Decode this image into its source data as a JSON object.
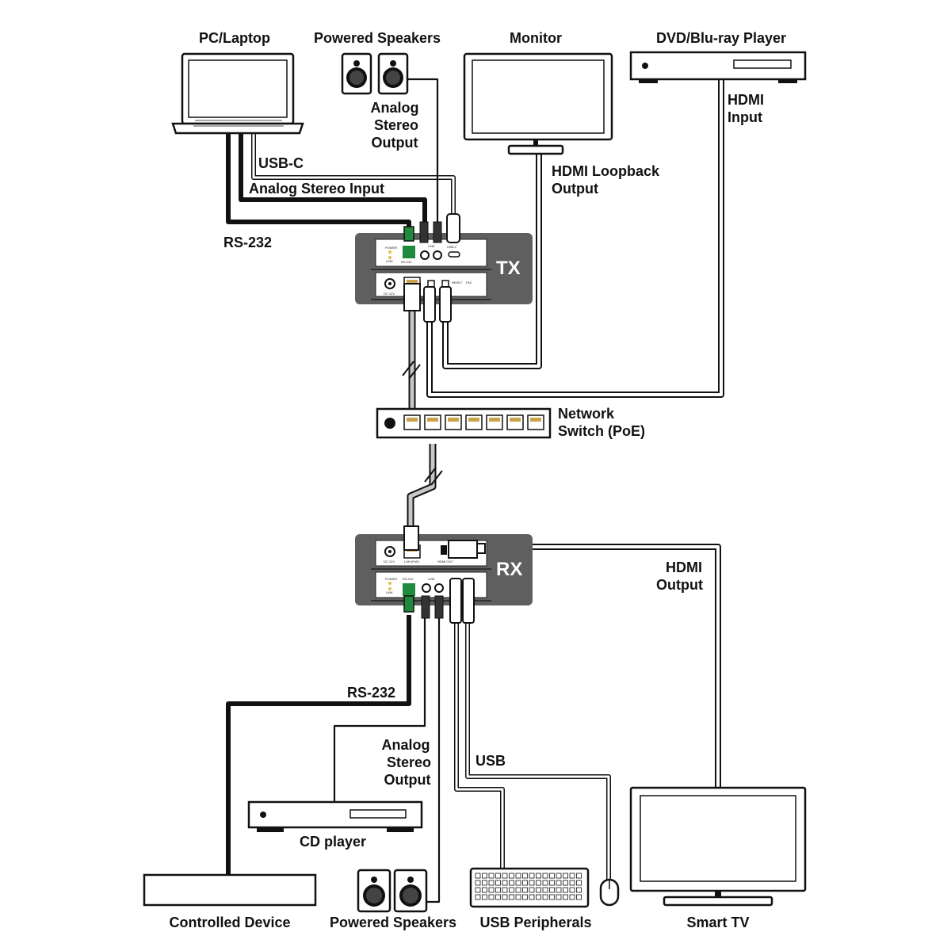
{
  "devices": {
    "pc_laptop": "PC/Laptop",
    "powered_speakers_top": "Powered Speakers",
    "monitor": "Monitor",
    "dvd_player": "DVD/Blu-ray Player",
    "network_switch_line1": "Network",
    "network_switch_line2": "Switch (PoE)",
    "cd_player": "CD player",
    "controlled_device": "Controlled Device",
    "powered_speakers_bottom": "Powered Speakers",
    "usb_peripherals": "USB Peripherals",
    "smart_tv": "Smart TV"
  },
  "units": {
    "tx": "TX",
    "rx": "RX"
  },
  "connections": {
    "usb_c": "USB-C",
    "analog_stereo_input": "Analog Stereo Input",
    "rs232_top": "RS-232",
    "analog_out_top_1": "Analog",
    "analog_out_top_2": "Stereo",
    "analog_out_top_3": "Output",
    "hdmi_loopback_1": "HDMI Loopback",
    "hdmi_loopback_2": "Output",
    "hdmi_input_1": "HDMI",
    "hdmi_input_2": "Input",
    "hdmi_output_1": "HDMI",
    "hdmi_output_2": "Output",
    "rs232_bottom": "RS-232",
    "analog_out_bottom_1": "Analog",
    "analog_out_bottom_2": "Stereo",
    "analog_out_bottom_3": "Output",
    "usb": "USB"
  },
  "panel_text": {
    "power": "POWER",
    "link": "LINK",
    "rs232": "RS-232",
    "line": "LINE",
    "usb_c_port": "USB-C",
    "dc12v": "DC 12V",
    "reset": "RESET",
    "fac": "FAC",
    "lan_ipoe": "LAN (PoE)",
    "hdmi_out": "HDMI OUT"
  },
  "colors": {
    "unit_body": "#5f5f5f",
    "rj45_accent": "#c9a24a",
    "terminal_block": "#1f8a3c",
    "rs232_wire_red": "#c0392b"
  }
}
